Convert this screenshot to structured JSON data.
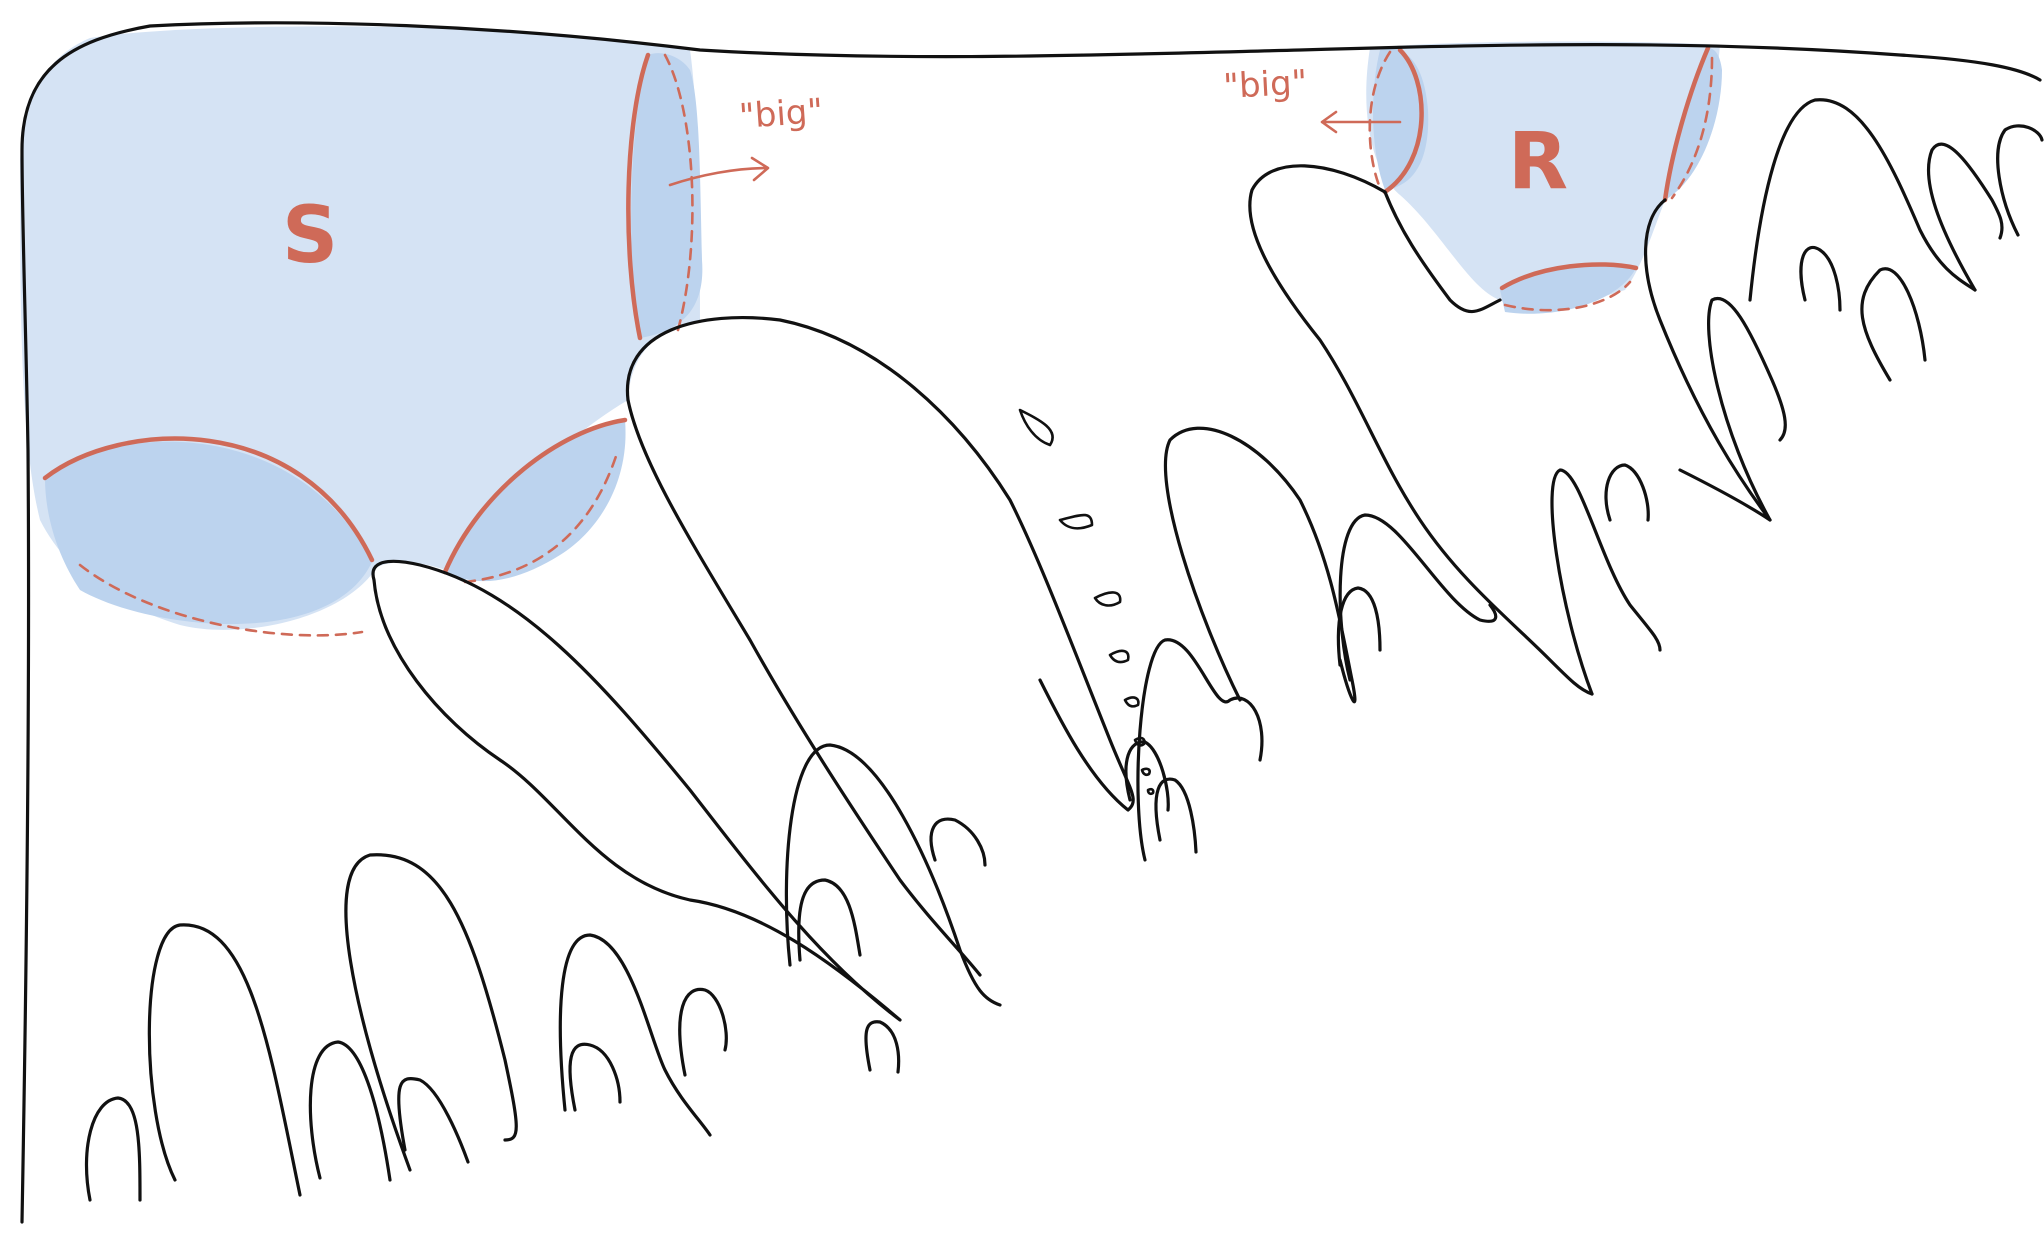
{
  "colors": {
    "ink": "#111111",
    "region_fill": "#d5e3f4",
    "boundary_fill": "#bcd3ee",
    "boundary_stroke": "#cf6a58"
  },
  "labels": {
    "region_s": "S",
    "region_r": "R",
    "note_s": "\"big\"",
    "note_r": "\"big\""
  }
}
